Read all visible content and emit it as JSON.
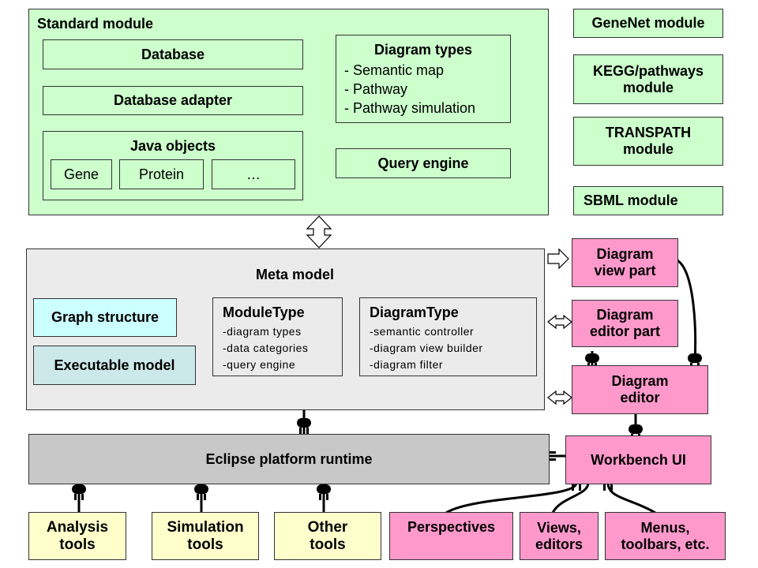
{
  "standard_module": {
    "title": "Standard module",
    "database": "Database",
    "database_adapter": "Database adapter",
    "java_objects": {
      "title": "Java objects",
      "items": [
        "Gene",
        "Protein",
        "…"
      ]
    },
    "diagram_types": {
      "title": "Diagram types",
      "items": [
        "- Semantic map",
        "- Pathway",
        "- Pathway simulation"
      ]
    },
    "query_engine": "Query engine"
  },
  "side_modules": [
    "GeneNet module",
    "KEGG/pathways module",
    "TRANSPATH module",
    "SBML module"
  ],
  "meta_model": {
    "title": "Meta model",
    "graph_structure": "Graph structure",
    "executable_model": "Executable model",
    "module_type": {
      "title": "ModuleType",
      "items": [
        "-diagram types",
        "-data categories",
        "-query engine"
      ]
    },
    "diagram_type": {
      "title": "DiagramType",
      "items": [
        "-semantic controller",
        "-diagram view builder",
        "-diagram filter"
      ]
    }
  },
  "ui_parts": {
    "diagram_view_part": "Diagram view part",
    "diagram_editor_part": "Diagram editor part",
    "diagram_editor": "Diagram editor",
    "workbench_ui": "Workbench UI"
  },
  "runtime": "Eclipse platform runtime",
  "tools": [
    "Analysis tools",
    "Simulation tools",
    "Other tools"
  ],
  "workbench_items": [
    "Perspectives",
    "Views, editors",
    "Menus, toolbars, etc."
  ],
  "colors": {
    "module": "#ccffcc",
    "meta": "#ebebeb",
    "runtime": "#c8c8c8",
    "ui": "#ff99cc",
    "tools": "#ffffcc"
  }
}
